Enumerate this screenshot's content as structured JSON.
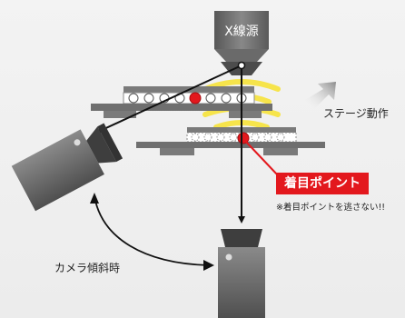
{
  "diagram": {
    "xray_source_label": "X線源",
    "stage_motion_label": "ステージ動作",
    "point_of_interest_label": "着目ポイント",
    "point_of_interest_note": "※着目ポイントを逃さない!!",
    "camera_tilt_label": "カメラ傾斜時"
  },
  "colors": {
    "accent_red": "#e3181d",
    "device_gray": "#6d6d6d",
    "beam_yellow": "#f7e33a",
    "arrow_gray": "#9a9a9a"
  }
}
